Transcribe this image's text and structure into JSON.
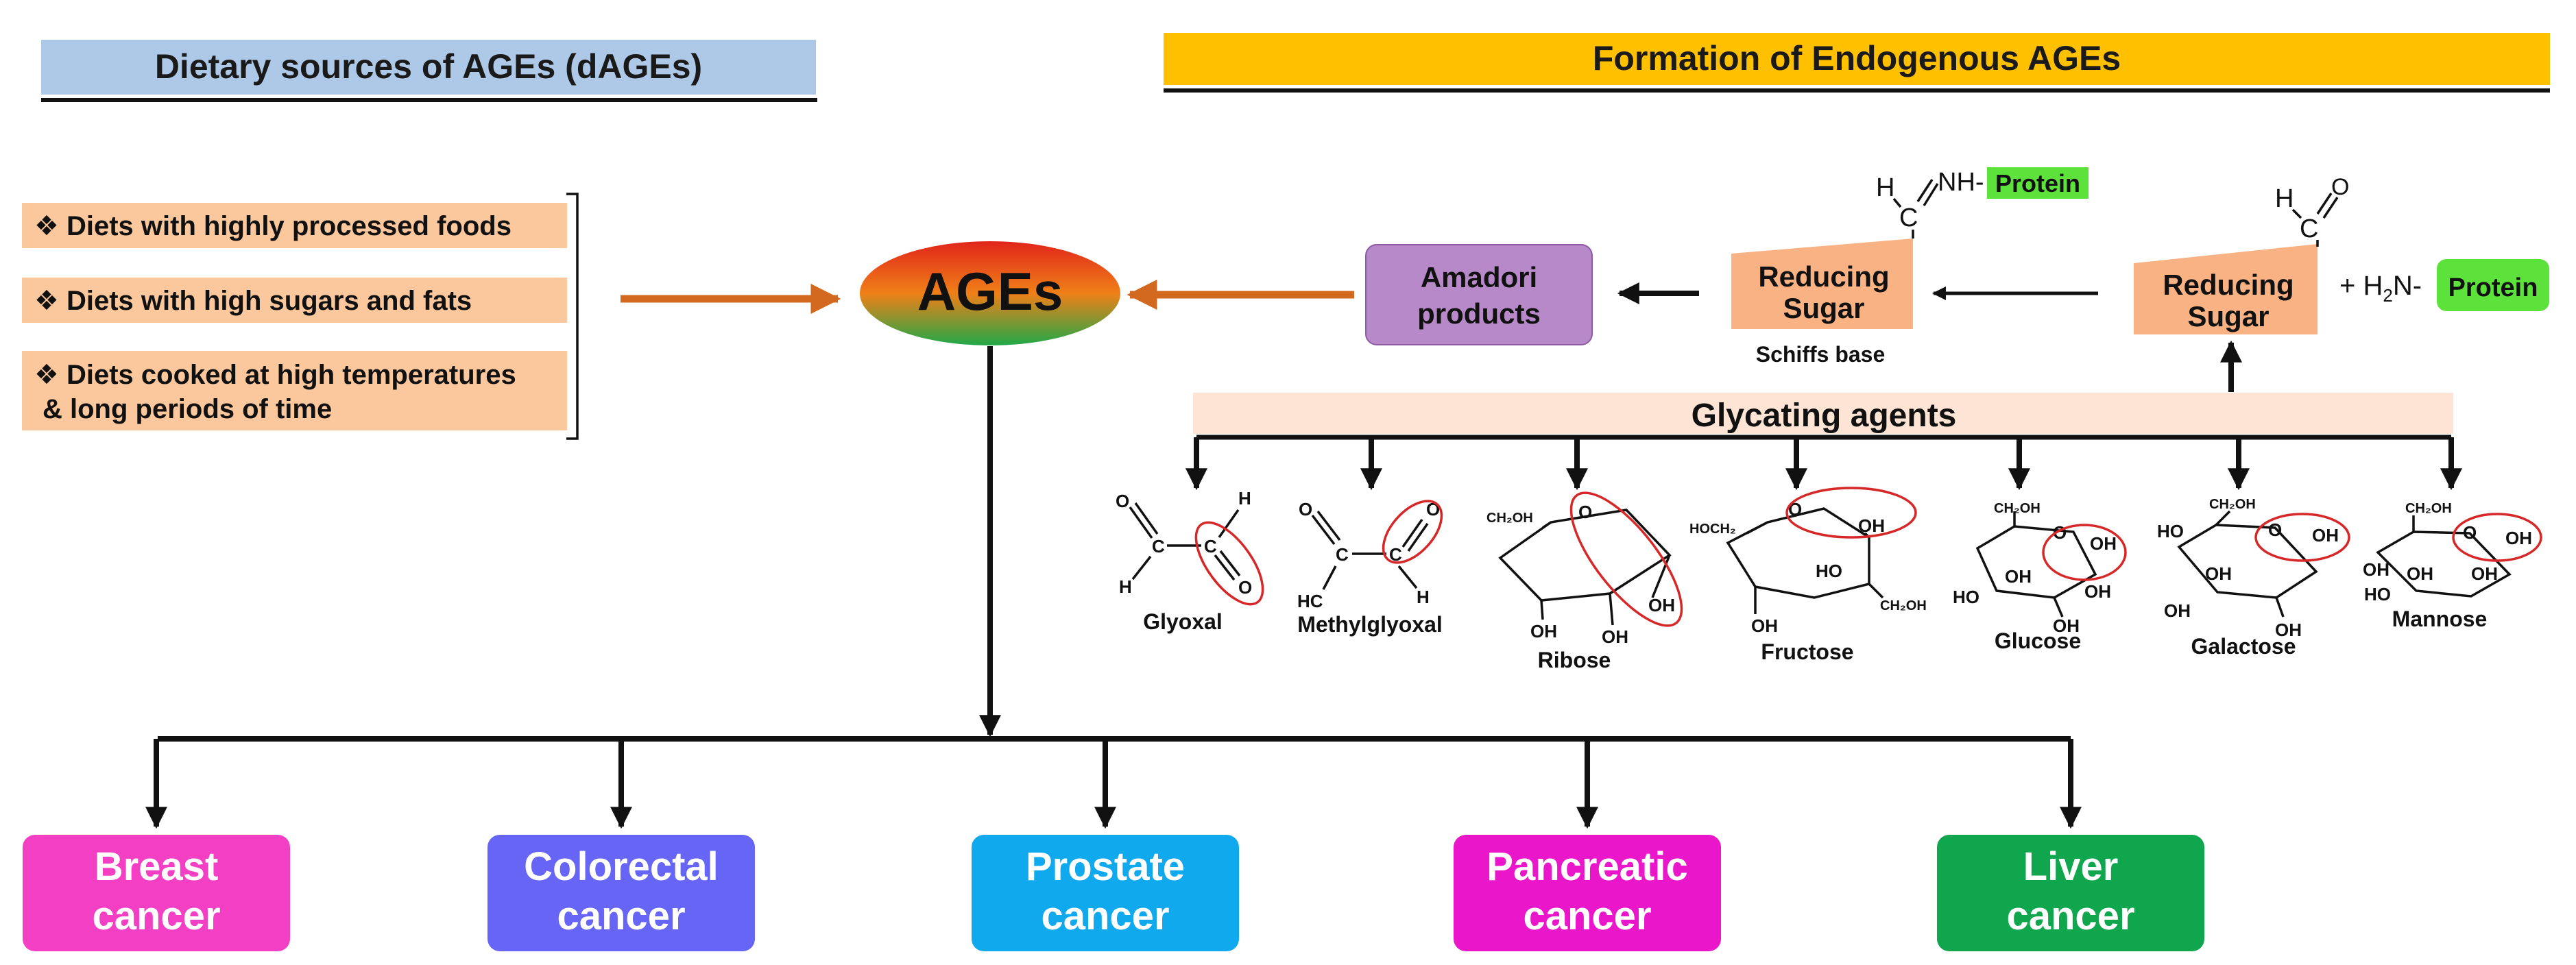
{
  "headers": {
    "dietary": "Dietary sources of AGEs (dAGEs)",
    "endogenous": "Formation of Endogenous AGEs"
  },
  "diets": [
    "❖ Diets with highly processed foods",
    "❖ Diets with high sugars and fats",
    "❖ Diets cooked at high temperatures",
    "& long periods of time"
  ],
  "ages_label": "AGEs",
  "amadori": [
    "Amadori",
    "products"
  ],
  "schiff": {
    "h": "H",
    "c": "C",
    "nh": "NH-",
    "protein": "Protein",
    "sugar": [
      "Reducing",
      "Sugar"
    ],
    "caption": "Schiffs base"
  },
  "aldehyde": {
    "h": "H",
    "c": "C",
    "o": "O",
    "sugar": [
      "Reducing",
      "Sugar"
    ],
    "plus": "+ H",
    "sub": "2",
    "n": "N-",
    "protein": "Protein"
  },
  "glycating_agents": "Glycating agents",
  "molecules": [
    {
      "name": "Glyoxal",
      "atoms": [
        "O",
        "C",
        "H",
        "H",
        "C",
        "O"
      ]
    },
    {
      "name": "Methylglyoxal",
      "atoms": [
        "O",
        "C",
        "HC",
        "C",
        "O",
        "H"
      ]
    },
    {
      "name": "Ribose",
      "atoms": [
        "CH₂OH",
        "O",
        "OH",
        "OH",
        "OH"
      ]
    },
    {
      "name": "Fructose",
      "atoms": [
        "HOCH₂",
        "O",
        "OH",
        "HO",
        "OH",
        "CH₂OH"
      ]
    },
    {
      "name": "Glucose",
      "atoms": [
        "CH₂OH",
        "O",
        "OH",
        "OH",
        "HO",
        "OH",
        "OH"
      ]
    },
    {
      "name": "Galactose",
      "atoms": [
        "CH₂OH",
        "HO",
        "O",
        "OH",
        "OH",
        "OH",
        "OH"
      ]
    },
    {
      "name": "Mannose",
      "atoms": [
        "CH₂OH",
        "O",
        "OH",
        "OH",
        "HO",
        "OH",
        "OH"
      ]
    }
  ],
  "cancers": [
    {
      "line1": "Breast",
      "line2": "cancer",
      "color": "#f23fc4"
    },
    {
      "line1": "Colorectal",
      "line2": "cancer",
      "color": "#6765f5"
    },
    {
      "line1": "Prostate",
      "line2": "cancer",
      "color": "#10a9ee"
    },
    {
      "line1": "Pancreatic",
      "line2": "cancer",
      "color": "#ea16c9"
    },
    {
      "line1": "Liver",
      "line2": "cancer",
      "color": "#0fa64e"
    }
  ],
  "colors": {
    "dietary_header": "#aec9e8",
    "endogenous_header": "#ffc000",
    "diet_box": "#fbc79c",
    "glycating_band": "#fde4d4",
    "amadori_box": "#b789c8",
    "sugar_box": "#f9b283",
    "protein_tag": "#5ce23a",
    "orange_arrow": "#d2691e",
    "ages_top": "#e0251b",
    "ages_mid": "#f08018",
    "ages_bottom": "#20a848",
    "ring": "#d62828"
  }
}
